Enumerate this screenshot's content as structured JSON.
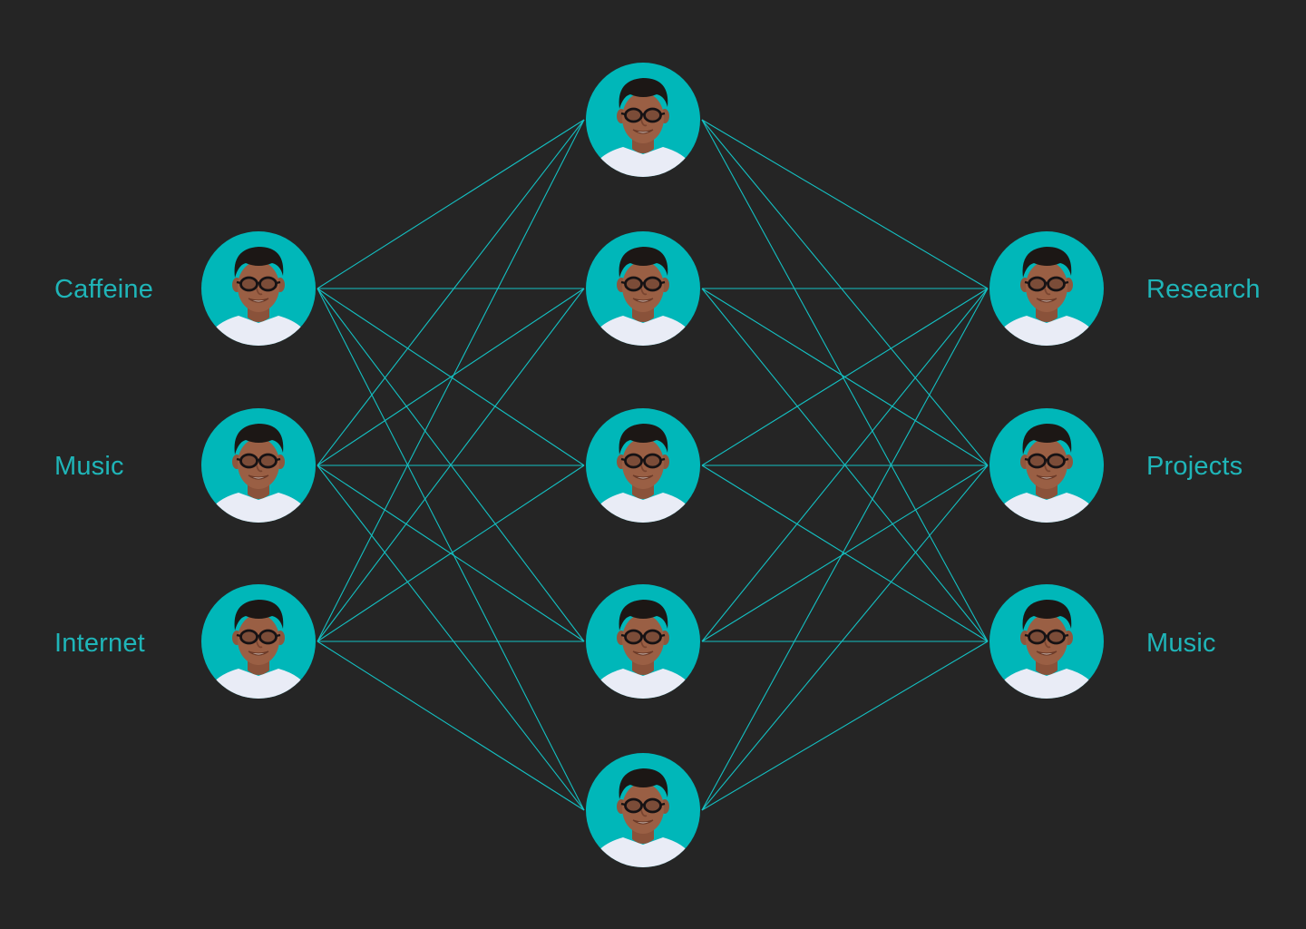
{
  "colors": {
    "background": "#252525",
    "accent": "#00b7b9",
    "label": "#1fb5b8",
    "edge": "#14c1c3",
    "shirt": "#e9ecf6",
    "skin": "#9a5f44",
    "hair": "#1c1715"
  },
  "network": {
    "input_nodes": [
      {
        "label": "Caffeine",
        "icon": "avatar-portrait"
      },
      {
        "label": "Music",
        "icon": "avatar-portrait"
      },
      {
        "label": "Internet",
        "icon": "avatar-portrait"
      }
    ],
    "hidden_nodes": [
      {
        "icon": "avatar-portrait"
      },
      {
        "icon": "avatar-portrait"
      },
      {
        "icon": "avatar-portrait"
      },
      {
        "icon": "avatar-portrait"
      },
      {
        "icon": "avatar-portrait"
      }
    ],
    "output_nodes": [
      {
        "label": "Research",
        "icon": "avatar-portrait"
      },
      {
        "label": "Projects",
        "icon": "avatar-portrait"
      },
      {
        "label": "Music",
        "icon": "avatar-portrait"
      }
    ],
    "connectivity": "fully-connected"
  }
}
